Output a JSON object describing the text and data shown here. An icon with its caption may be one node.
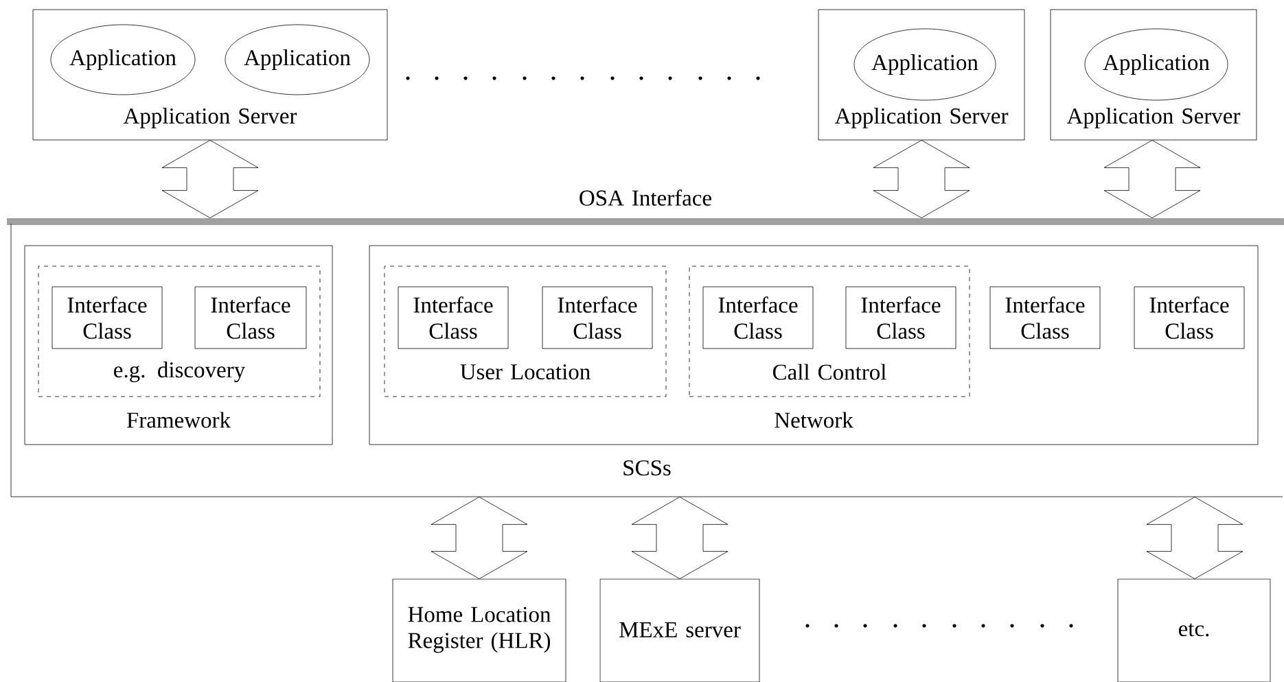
{
  "diagram": {
    "nodes": [
      {
        "text": [
          "Application Server"
        ]
      },
      {
        "text": [
          "Application"
        ],
        "in": 0
      },
      {
        "text": [
          "Application"
        ],
        "in": 0
      },
      {
        "text": [
          "Application Server"
        ]
      },
      {
        "text": [
          "Application"
        ],
        "in": 3
      },
      {
        "text": [
          "Application Server"
        ]
      },
      {
        "text": [
          "Application"
        ],
        "in": 5
      },
      {
        "text": [
          "OSA Interface"
        ]
      },
      {
        "text": [
          "SCSs"
        ]
      },
      {
        "text": [
          "Framework"
        ],
        "in": 8
      },
      {
        "text": [
          "e.g. discovery"
        ],
        "in": 9
      },
      {
        "text": [
          "Interface Class"
        ],
        "in": 10
      },
      {
        "text": [
          "Interface Class"
        ],
        "in": 10
      },
      {
        "text": [
          "Network"
        ],
        "in": 8
      },
      {
        "text": [
          "User Location"
        ],
        "in": 13
      },
      {
        "text": [
          "Interface Class"
        ],
        "in": 14
      },
      {
        "text": [
          "Interface Class"
        ],
        "in": 14
      },
      {
        "text": [
          "Call Control"
        ],
        "in": 13
      },
      {
        "text": [
          "Interface Class"
        ],
        "in": 17
      },
      {
        "text": [
          "Interface Class"
        ],
        "in": 17
      },
      {
        "text": [
          "Interface Class"
        ],
        "in": 13
      },
      {
        "text": [
          "Interface Class"
        ],
        "in": 13
      },
      {
        "text": [
          "Home Location Register (HLR)"
        ]
      },
      {
        "text": [
          "MExE server"
        ]
      },
      {
        "text": [
          "etc."
        ]
      }
    ],
    "edges": [
      {
        "from": 0,
        "to": 7,
        "arrow": "both"
      },
      {
        "from": 3,
        "to": 7,
        "arrow": "both"
      },
      {
        "from": 5,
        "to": 7,
        "arrow": "both"
      },
      {
        "from": 8,
        "to": 22,
        "arrow": "both"
      },
      {
        "from": 8,
        "to": 23,
        "arrow": "both"
      },
      {
        "from": 8,
        "to": 24,
        "arrow": "both"
      }
    ]
  }
}
